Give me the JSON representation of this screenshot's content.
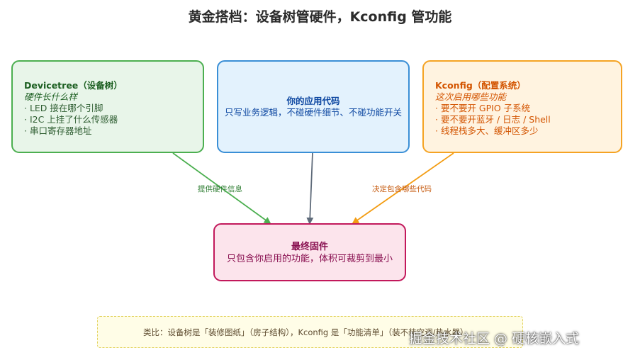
{
  "title": "黄金搭档：设备树管硬件，Kconfig 管功能",
  "devicetree": {
    "heading": "Devicetree（设备树）",
    "subtitle": "硬件长什么样",
    "lines": [
      "· LED 接在哪个引脚",
      "· I2C 上挂了什么传感器",
      "· 串口寄存器地址"
    ]
  },
  "app": {
    "heading": "你的应用代码",
    "desc": "只写业务逻辑，不碰硬件细节、不碰功能开关"
  },
  "kconfig": {
    "heading": "Kconfig（配置系统）",
    "subtitle": "这次启用哪些功能",
    "lines": [
      "· 要不要开 GPIO 子系统",
      "· 要不要开蓝牙 / 日志 / Shell",
      "· 线程栈多大、缓冲区多少"
    ]
  },
  "firmware": {
    "heading": "最终固件",
    "desc": "只包含你启用的功能，体积可裁剪到最小"
  },
  "edges": {
    "left_label": "提供硬件信息",
    "right_label": "决定包含哪些代码"
  },
  "note": "类比：设备树是「装修图纸」（房子结构），Kconfig 是「功能清单」（装不装空调/热水器）",
  "watermark": "掘金技术社区 @ 硬核嵌入式",
  "colors": {
    "devicetree_border": "#4caf50",
    "app_border": "#3a8fd6",
    "kconfig_border": "#f5a323",
    "firmware_border": "#c2185b"
  }
}
